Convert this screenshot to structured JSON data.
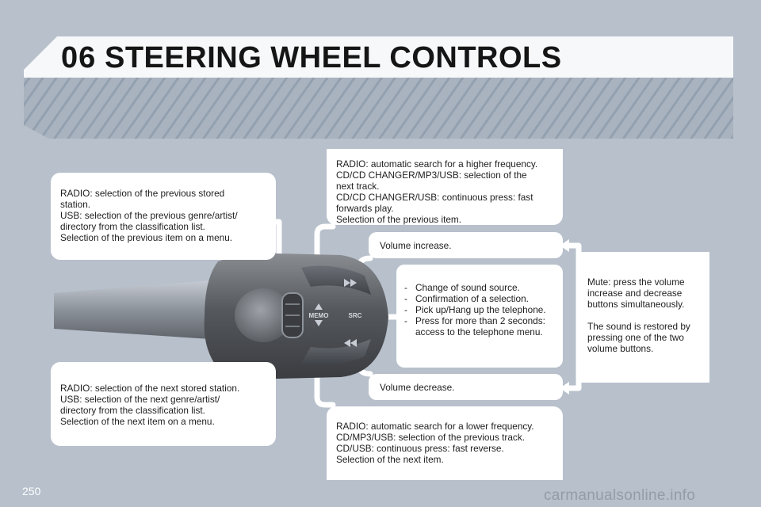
{
  "header": {
    "chapter": "06",
    "title": "STEERING WHEEL CONTROLS"
  },
  "callouts": {
    "prev_stored": [
      "RADIO: selection of the previous stored",
      "station.",
      "USB: selection of the previous genre/artist/",
      "directory from the classification list.",
      "Selection of the previous item on a menu."
    ],
    "next_stored": [
      "RADIO: selection of the next stored station.",
      "USB: selection of the next genre/artist/",
      "directory from the classification list.",
      "Selection of the next item on a menu."
    ],
    "higher_freq": [
      "RADIO: automatic search for a higher frequency.",
      "CD/CD CHANGER/MP3/USB: selection of the",
      "next track.",
      "CD/CD CHANGER/USB: continuous press: fast",
      "forwards play.",
      "Selection of the previous item."
    ],
    "lower_freq": [
      "RADIO: automatic search for a lower frequency.",
      "CD/MP3/USB: selection of the previous track.",
      "CD/USB: continuous press: fast reverse.",
      "Selection of the next item."
    ],
    "volume_up": "Volume increase.",
    "volume_down": "Volume decrease.",
    "source": [
      "Change of sound source.",
      "Confirmation of a selection.",
      "Pick up/Hang up the telephone.",
      "Press for more than 2 seconds: access to the telephone menu."
    ],
    "mute": "Mute: press the volume increase and decrease buttons simultaneously.",
    "restore": "The sound is restored by pressing one of the two volume buttons."
  },
  "stalk": {
    "memo_label": "MEMO",
    "src_label": "SRC"
  },
  "footer": {
    "page_number": "250",
    "watermark": "carmanualsonline.info"
  },
  "colors": {
    "background": "#b7c0cb",
    "callout": "#ffffff",
    "title_text": "#151515",
    "stalk_body": "#6a6c70"
  }
}
